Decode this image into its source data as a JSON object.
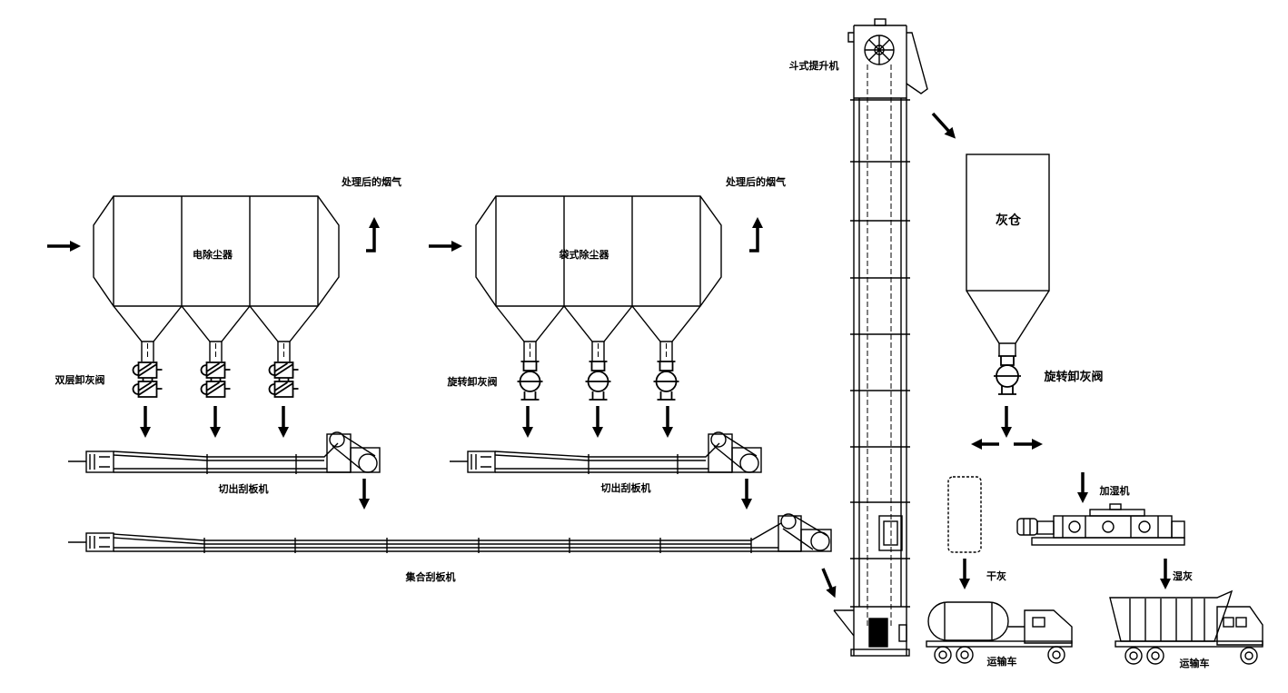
{
  "esp_line": {
    "precipitator": {
      "label": "电除尘器",
      "outlet_label": "处理后的烟气"
    },
    "valve_label": "双层卸灰阀",
    "conveyor_label": "切出刮板机"
  },
  "bag_line": {
    "precipitator": {
      "label": "袋式除尘器",
      "outlet_label": "处理后的烟气"
    },
    "valve_label": "旋转卸灰阀",
    "conveyor_label": "切出刮板机"
  },
  "collecting_conveyor": {
    "label": "集合刮板机"
  },
  "bucket_elevator": {
    "label": "斗式提升机"
  },
  "ash_silo": {
    "label": "灰仓",
    "valve_label": "旋转卸灰阀"
  },
  "dry_route": {
    "label": "干灰",
    "truck_label": "运输车"
  },
  "wet_route": {
    "humidifier_label": "加湿机",
    "label": "湿灰",
    "truck_label": "运输车"
  },
  "colors": {
    "line": "#000000",
    "background": "#ffffff"
  }
}
